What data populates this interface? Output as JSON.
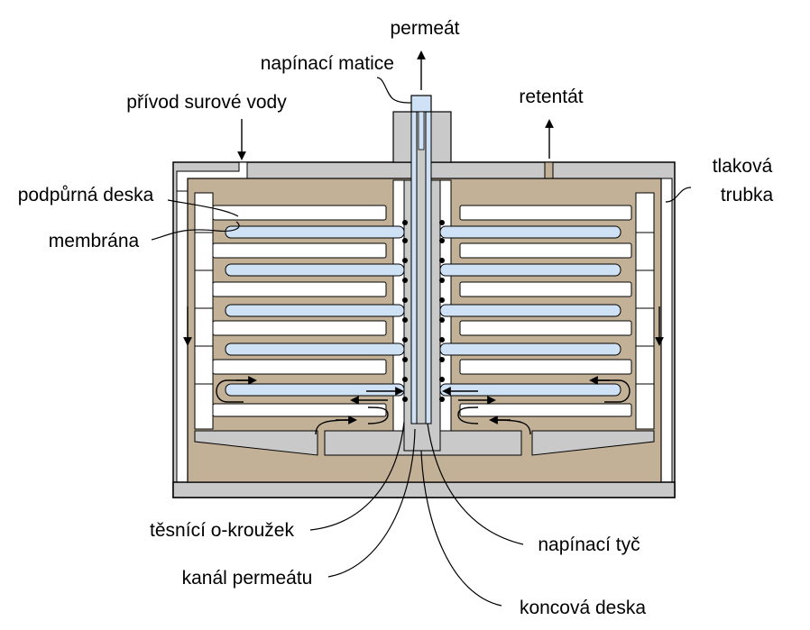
{
  "labels": {
    "permeat": "permeát",
    "napinaci_matice": "napínací matice",
    "privod": "přívod surové vody",
    "retentat": "retentát",
    "tlakova": "tlaková",
    "trubka": "trubka",
    "podpurna_deska": "podpůrná deska",
    "membrana": "membrána",
    "tesnici": "těsnící o-kroužek",
    "napinaci_tyc": "napínací tyč",
    "kanal": "kanál permeátu",
    "koncova": "koncová deska"
  },
  "colors": {
    "housing": "#c9c9c9",
    "support_plate": "#c2b197",
    "membrane_permeate": "#cfe2f5",
    "outline": "#000000",
    "background": "#ffffff"
  }
}
